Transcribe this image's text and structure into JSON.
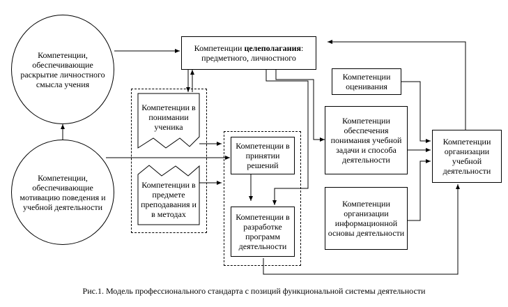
{
  "nodes": {
    "meaning": "Компетенции, обеспечивающие раскрытие личностного смысла учения",
    "motivation": "Компетенции, обеспечивающие мотивацию поведения и учебной деятельности",
    "goal_prefix": "Компетенции ",
    "goal_bold": "целеполагания",
    "goal_suffix": ": предметного, личностного",
    "pupil": "Компетенции в понимании ученика",
    "subject": "Компетенции в предмете преподавания и в методах",
    "decisions": "Компетенции в принятии решений",
    "programs": "Компетенции в разработке программ деятельности",
    "evaluation": "Компетенции оценивания",
    "task": "Компетенции обеспечения понимания учебной задачи и способа деятельности",
    "information": "Компетенции организации информационной основы деятельности",
    "organization": "Компетенции организации учебной деятельности"
  },
  "caption": "Рис.1. Модель профессионального стандарта с позиций функциональной системы деятельности"
}
